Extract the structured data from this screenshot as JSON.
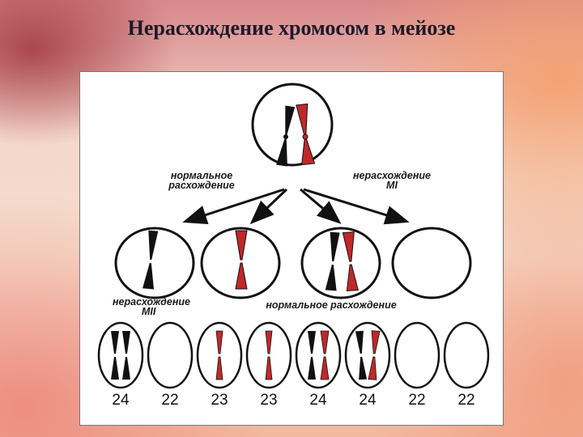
{
  "slide": {
    "title": "Нерасхождение хромосом в мейозе"
  },
  "labels": {
    "normal_division_1": "нормальное",
    "normal_division_2": "расхождение",
    "nondisjunction_mi_1": "нерасхождение",
    "nondisjunction_mi_2": "MI",
    "nondisjunction_mii_1": "нерасхождение",
    "nondisjunction_mii_2": "MII",
    "normal_second": "нормальное расхождение"
  },
  "gametes": [
    "24",
    "22",
    "23",
    "23",
    "24",
    "24",
    "22",
    "22"
  ],
  "colors": {
    "paternal_chromosome": "#111111",
    "maternal_chromosome": "#c0282a",
    "cell_outline": "#111111"
  }
}
